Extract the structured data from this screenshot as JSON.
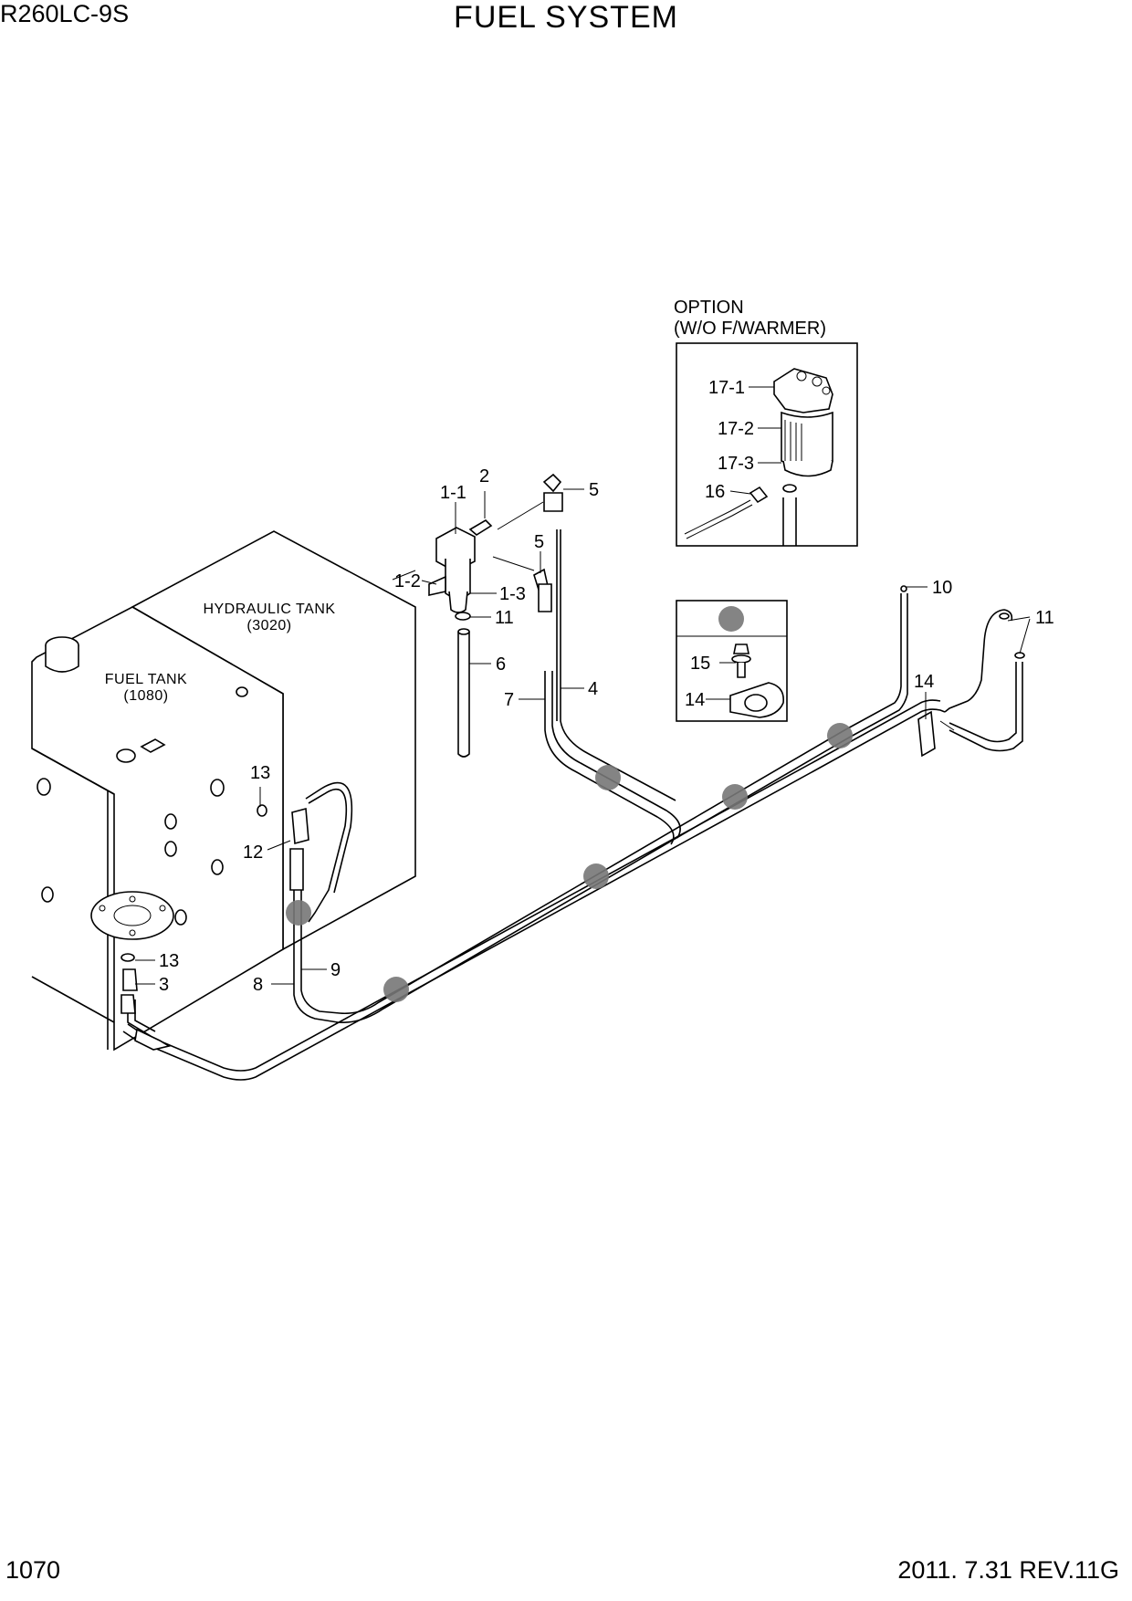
{
  "header": {
    "model": "R260LC-9S",
    "title": "FUEL SYSTEM"
  },
  "footer": {
    "page_number": "1070",
    "revision": "2011. 7.31  REV.11G"
  },
  "tanks": {
    "hydraulic_name": "HYDRAULIC TANK",
    "hydraulic_code": "(3020)",
    "fuel_name": "FUEL TANK",
    "fuel_code": "(1080)"
  },
  "option_box": {
    "line1": "OPTION",
    "line2": "(W/O F/WARMER)",
    "labels": [
      "17-1",
      "17-2",
      "17-3",
      "16"
    ]
  },
  "clamp_box": {
    "labels": [
      "15",
      "14"
    ]
  },
  "callouts": {
    "c1_1": "1-1",
    "c2": "2",
    "c5a": "5",
    "c5b": "5",
    "c1_2": "1-2",
    "c1_3": "1-3",
    "c11a": "11",
    "c6": "6",
    "c7": "7",
    "c4": "4",
    "c10": "10",
    "c11b": "11",
    "c14": "14",
    "c13a": "13",
    "c12": "12",
    "c13b": "13",
    "c3": "3",
    "c8": "8",
    "c9": "9"
  }
}
